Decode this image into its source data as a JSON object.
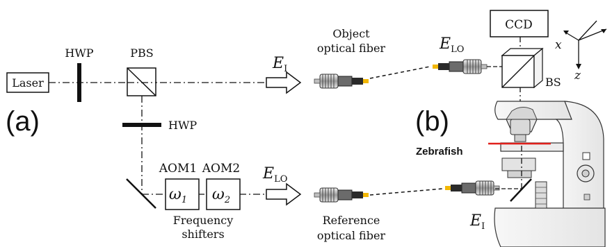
{
  "labels": {
    "laser": "Laser",
    "hwp_top": "HWP",
    "pbs": "PBS",
    "hwp_lower": "HWP",
    "panel_a": "(a)",
    "panel_b": "(b)",
    "aom1": "AOM1",
    "aom2": "AOM2",
    "omega1": "ω",
    "omega1_sub": "1",
    "omega2": "ω",
    "omega2_sub": "2",
    "freq_line1": "Frequency",
    "freq_line2": "shifters",
    "ei_top": "E",
    "ei_top_sub": "I",
    "elo_lower": "E",
    "elo_lower_sub": "LO",
    "object_line1": "Object",
    "object_line2": "optical fiber",
    "reference_line1": "Reference",
    "reference_line2": "optical fiber",
    "elo_right": "E",
    "elo_right_sub": "LO",
    "ei_right": "E",
    "ei_right_sub": "I",
    "ccd": "CCD",
    "bs": "BS",
    "axis_x": "x",
    "axis_z": "z",
    "zebrafish": "Zebrafish"
  },
  "colors": {
    "ink": "#111111",
    "fiber_tip": "#f2b705",
    "zebrafish_line": "#e0201b",
    "connector_light": "#cfcfcf",
    "connector_dark": "#555555"
  }
}
